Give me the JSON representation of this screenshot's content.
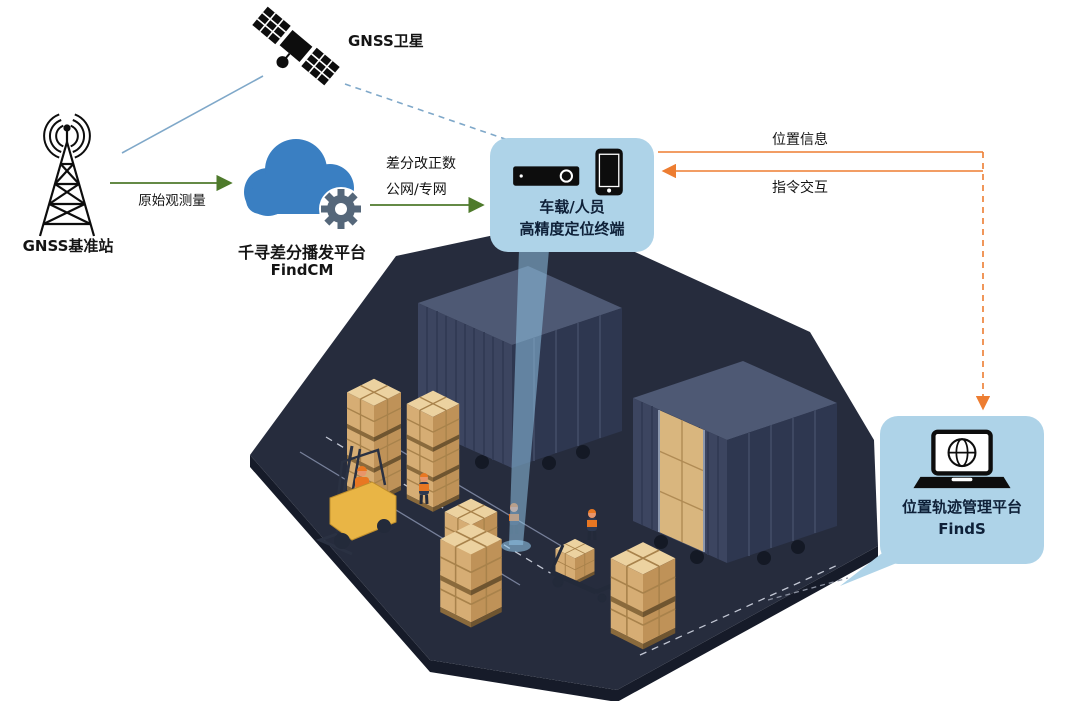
{
  "diagram": {
    "satellite": {
      "label": "GNSS卫星"
    },
    "base_station": {
      "label": "GNSS基准站"
    },
    "cloud": {
      "title": "千寻差分播发平台",
      "subtitle": "FindCM"
    },
    "terminal": {
      "line1": "车载/人员",
      "line2": "高精度定位终端"
    },
    "management": {
      "title": "位置轨迹管理平台",
      "subtitle": "FindS"
    },
    "edges": {
      "raw_observation": "原始观测量",
      "correction_line1": "差分改正数",
      "correction_line2": "公网/专网",
      "position_info": "位置信息",
      "command_interaction": "指令交互"
    }
  },
  "icons": {
    "satellite": "satellite-icon",
    "base_station": "antenna-tower-icon",
    "cloud": "cloud-gear-icon",
    "terminal": [
      "dvr-device-icon",
      "smartphone-icon"
    ],
    "management": "laptop-globe-icon"
  },
  "colors": {
    "bubble": "#aed3e8",
    "cloud": "#3a7fc2",
    "gear": "#55677a",
    "green": "#4e7a2b",
    "orange": "#ed7d31",
    "sky": "#7fa8c9",
    "ink": "#141414"
  }
}
